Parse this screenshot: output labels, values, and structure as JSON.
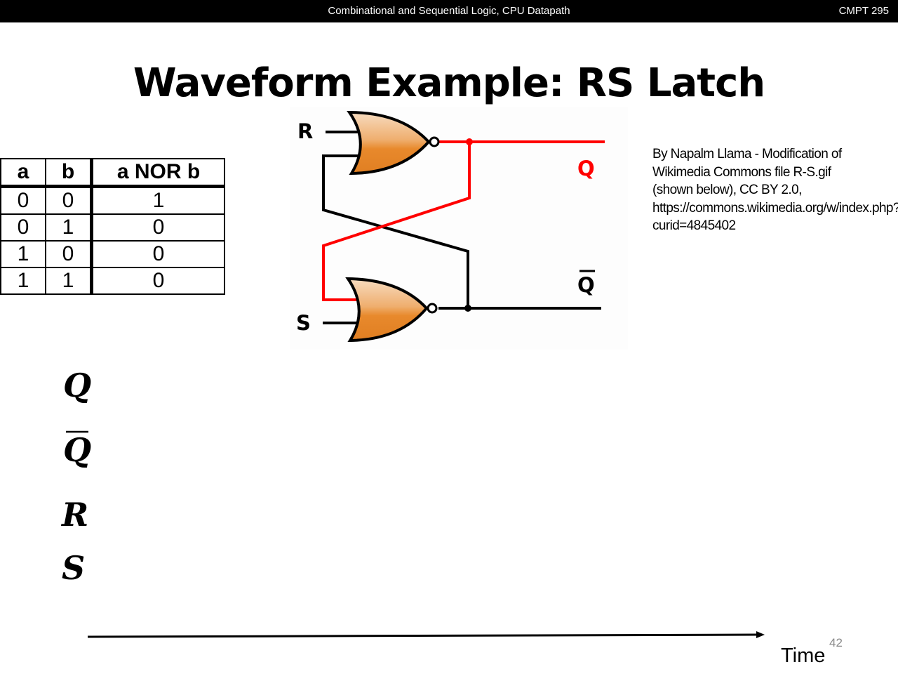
{
  "header": {
    "course_topic": "Combinational and Sequential Logic, CPU Datapath",
    "course_code": "CMPT 295"
  },
  "slide": {
    "title": "Waveform Example: RS Latch",
    "page_number": "42"
  },
  "truth_table": {
    "headers": [
      "a",
      "b",
      "a NOR b"
    ],
    "rows": [
      [
        "0",
        "0",
        "1"
      ],
      [
        "0",
        "1",
        "0"
      ],
      [
        "1",
        "0",
        "0"
      ],
      [
        "1",
        "1",
        "0"
      ]
    ]
  },
  "circuit": {
    "input_r": "R",
    "input_s": "S",
    "output_q": "Q",
    "output_qbar": "Q",
    "colors": {
      "gate_fill": "#e8892c",
      "q_wire": "#ff0000",
      "wire": "#000000"
    }
  },
  "credit": "By Napalm Llama - Modification of Wikimedia Commons file R-S.gif (shown below), CC BY 2.0, https://commons.wikimedia.org/w/index.php?curid=4845402",
  "waveform": {
    "signals": [
      "Q",
      "Q",
      "R",
      "S"
    ],
    "axis_label": "Time"
  }
}
